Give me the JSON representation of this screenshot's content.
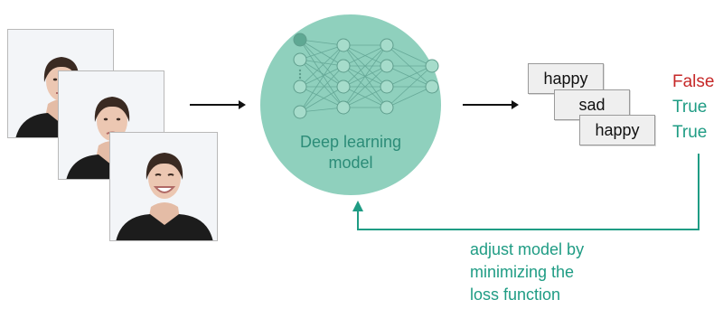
{
  "model": {
    "label_line1": "Deep learning",
    "label_line2": "model"
  },
  "predictions": [
    {
      "label": "happy"
    },
    {
      "label": "sad"
    },
    {
      "label": "happy"
    }
  ],
  "results": [
    {
      "text": "False",
      "color": "#c62828"
    },
    {
      "text": "True",
      "color": "#1f9c84"
    },
    {
      "text": "True",
      "color": "#1f9c84"
    }
  ],
  "feedback": {
    "line1": "adjust model by",
    "line2": "minimizing the",
    "line3": "loss function"
  },
  "colors": {
    "circle": "#8fd0bd",
    "teal": "#1f9c84",
    "false_red": "#c62828",
    "box_fill": "#efefef"
  }
}
